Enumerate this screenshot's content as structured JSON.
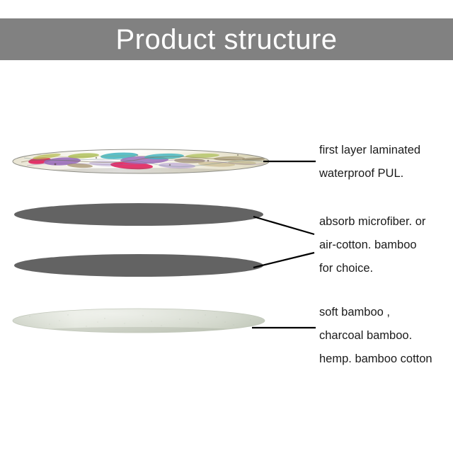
{
  "header": {
    "title": "Product structure",
    "background_color": "#818181",
    "text_color": "#ffffff"
  },
  "diagram": {
    "type": "exploded-layer-illustration",
    "background_color": "#ffffff",
    "layers": [
      {
        "id": "layer-1-pul",
        "name": "laminated-pul-layer",
        "appearance": "printed colorful floral pattern on cream base",
        "colors": [
          "#f2efe2",
          "#9b6fbb",
          "#3fb3bd",
          "#e0245e",
          "#9fb53c",
          "#a08a62",
          "#ffffff"
        ],
        "outline_color": "#8a8a8a"
      },
      {
        "id": "layer-2-absorbent",
        "name": "absorbent-microfiber-layer",
        "appearance": "solid dark gray",
        "colors": [
          "#636363"
        ],
        "outline_color": "#636363"
      },
      {
        "id": "layer-3-absorbent",
        "name": "absorbent-microfiber-layer-2",
        "appearance": "solid dark gray",
        "colors": [
          "#636363"
        ],
        "outline_color": "#636363"
      },
      {
        "id": "layer-4-bamboo",
        "name": "soft-bamboo-layer",
        "appearance": "pale sage textured fabric",
        "colors": [
          "#ccd2c6",
          "#dfe3d9"
        ],
        "outline_color": "#c2c8bb"
      }
    ],
    "labels": [
      {
        "id": "label-pul",
        "name": "label-first-layer-pul",
        "lines": [
          "first layer laminated",
          "waterproof PUL."
        ],
        "target_layer": "layer-1-pul"
      },
      {
        "id": "label-absorb",
        "name": "label-absorb-microfiber",
        "lines": [
          "absorb microfiber. or",
          "air-cotton. bamboo",
          "for choice."
        ],
        "target_layer": "layer-2-absorbent"
      },
      {
        "id": "label-bamboo",
        "name": "label-soft-bamboo",
        "lines": [
          "soft bamboo ,",
          "charcoal bamboo.",
          "hemp. bamboo cotton"
        ],
        "target_layer": "layer-4-bamboo"
      }
    ],
    "leader_line_color": "#000000"
  }
}
